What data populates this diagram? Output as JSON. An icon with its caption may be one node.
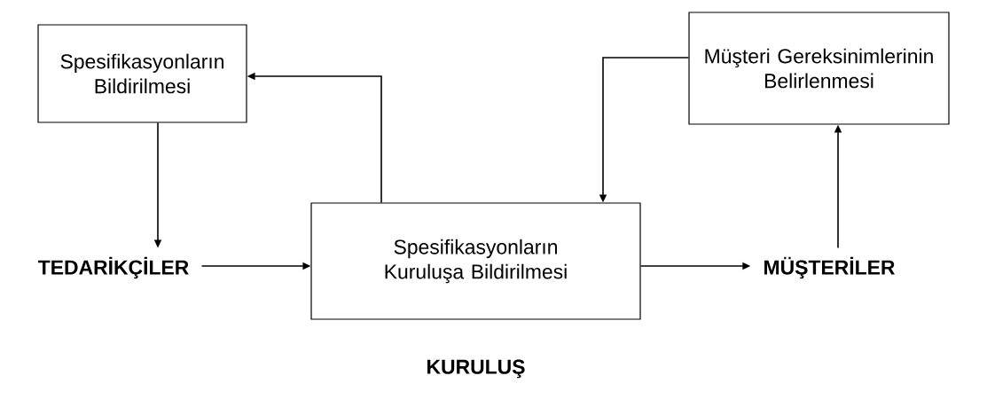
{
  "diagram": {
    "nodes": [
      {
        "text": [
          "Spesifikasyonların Bildirilmesi"
        ]
      },
      {
        "text": [
          "Müşteri Gereksinimlerinin Belirlenmesi"
        ]
      },
      {
        "text": [
          "TEDARİKÇİLER"
        ]
      },
      {
        "text": [
          "Spesifikasyonların Kuruluşa Bildirilmesi"
        ],
        "beside": [
          "KURULUŞ"
        ]
      },
      {
        "text": [
          "MÜŞTERİLER"
        ]
      }
    ],
    "edges": [
      {
        "from": 0,
        "to": 2,
        "arrow": "to"
      },
      {
        "from": 2,
        "to": 3,
        "arrow": "to"
      },
      {
        "from": 3,
        "to": 0,
        "arrow": "to"
      },
      {
        "from": 1,
        "to": 3,
        "arrow": "to"
      },
      {
        "from": 3,
        "to": 4,
        "arrow": "to"
      },
      {
        "from": 4,
        "to": 1,
        "arrow": "to"
      }
    ]
  }
}
